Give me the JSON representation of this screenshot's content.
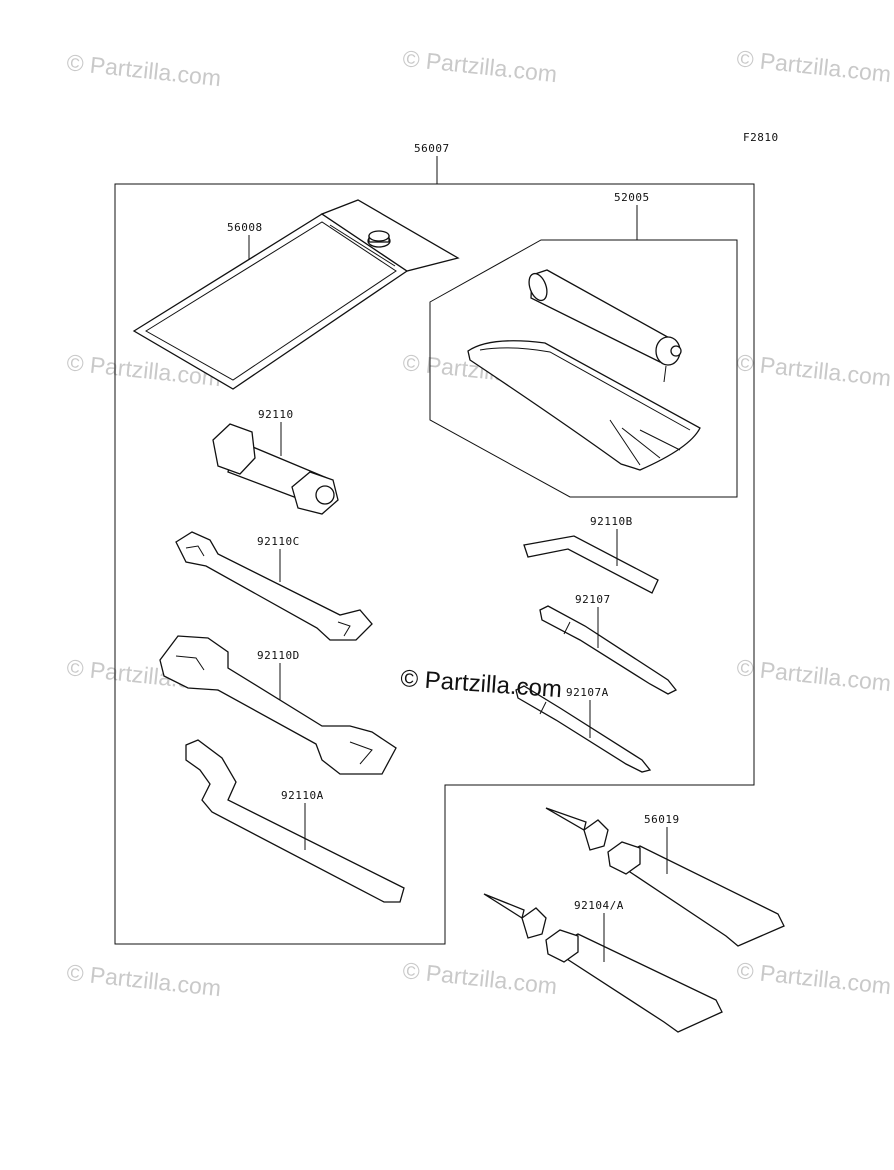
{
  "figure_code": "F2810",
  "watermark": "© Partzilla.com",
  "center_watermark": "© Partzilla.com",
  "callouts": {
    "kit": "56007",
    "tool_bag": "56008",
    "pump_kit": "52005",
    "plug_wrench": "92110",
    "hex_key": "92110B",
    "wrench_small": "92110C",
    "screwdriver": "92107",
    "wrench_large": "92110D",
    "screwdriver_2": "92107A",
    "hook_wrench": "92110A",
    "tube_1": "56019",
    "tube_2": "92104/A"
  }
}
